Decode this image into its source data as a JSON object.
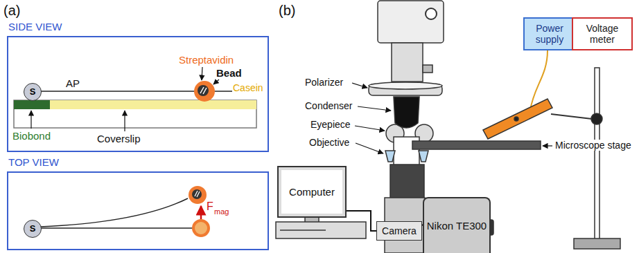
{
  "diagram": {
    "nodes": [
      {
        "text": [
          "SIDE VIEW"
        ]
      },
      {
        "text": [
          "TOP VIEW"
        ]
      },
      {
        "text": [
          "S"
        ],
        "in": 0
      },
      {
        "text": [
          "S"
        ],
        "in": 1
      },
      {
        "text": [
          "Power supply"
        ]
      },
      {
        "text": [
          "Voltage meter"
        ]
      },
      {
        "text": [
          "Computer"
        ]
      },
      {
        "text": [
          "Camera"
        ]
      },
      {
        "text": [
          "Nikon TE300"
        ]
      }
    ],
    "edges": [
      {
        "from": 6,
        "to": 7,
        "arrow": "none"
      },
      {
        "from": 7,
        "to": 8,
        "arrow": "none"
      }
    ],
    "labels": [
      "(a)",
      "(b)",
      "AP",
      "Streptavidin",
      "Bead",
      "Casein",
      "Biobond",
      "Coverslip",
      "F",
      "mag",
      "Polarizer",
      "Condenser",
      "Eyepiece",
      "Objective",
      "Microscope stage"
    ]
  }
}
